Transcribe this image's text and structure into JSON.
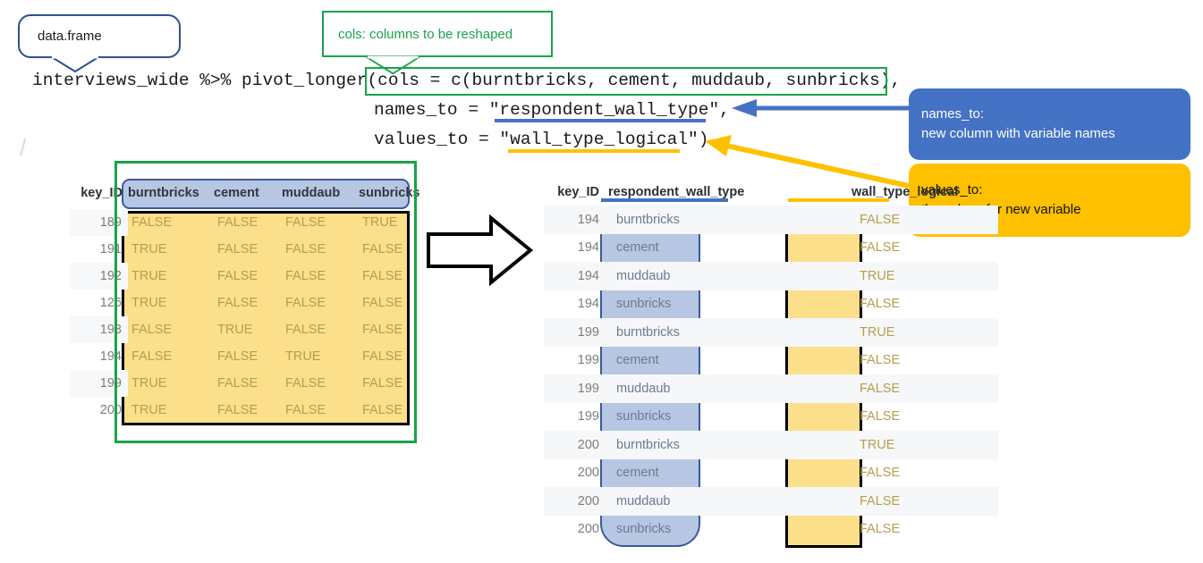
{
  "callouts": {
    "dataframe": "data.frame",
    "cols": "cols: columns to be reshaped",
    "names_to_line1": "names_to:",
    "names_to_line2": "new column with variable names",
    "values_to_line1": "values_to:",
    "values_to_line2": "the values for new variable"
  },
  "code": {
    "line1": "interviews_wide %>% pivot_longer(cols = c(burntbricks, cement, muddaub, sunbricks),",
    "line1_prefix": "interviews_wide %>% pivot_longer",
    "line1_highlighted": "(cols = c(burntbricks, cement, muddaub, sunbricks)",
    "line1_suffix": ",",
    "line2": "names_to = \"respondent_wall_type\",",
    "line3": "values_to = \"wall_type_logical\")"
  },
  "left_table": {
    "columns": [
      "key_ID",
      "burntbricks",
      "cement",
      "muddaub",
      "sunbricks"
    ],
    "rows": [
      [
        "189",
        "FALSE",
        "FALSE",
        "FALSE",
        "TRUE"
      ],
      [
        "191",
        "TRUE",
        "FALSE",
        "FALSE",
        "FALSE"
      ],
      [
        "192",
        "TRUE",
        "FALSE",
        "FALSE",
        "FALSE"
      ],
      [
        "126",
        "TRUE",
        "FALSE",
        "FALSE",
        "FALSE"
      ],
      [
        "193",
        "FALSE",
        "TRUE",
        "FALSE",
        "FALSE"
      ],
      [
        "194",
        "FALSE",
        "FALSE",
        "TRUE",
        "FALSE"
      ],
      [
        "199",
        "TRUE",
        "FALSE",
        "FALSE",
        "FALSE"
      ],
      [
        "200",
        "TRUE",
        "FALSE",
        "FALSE",
        "FALSE"
      ]
    ]
  },
  "right_table": {
    "columns": [
      "key_ID",
      "respondent_wall_type",
      "wall_type_logical"
    ],
    "rows": [
      [
        "194",
        "burntbricks",
        "FALSE"
      ],
      [
        "194",
        "cement",
        "FALSE"
      ],
      [
        "194",
        "muddaub",
        "TRUE"
      ],
      [
        "194",
        "sunbricks",
        "FALSE"
      ],
      [
        "199",
        "burntbricks",
        "TRUE"
      ],
      [
        "199",
        "cement",
        "FALSE"
      ],
      [
        "199",
        "muddaub",
        "FALSE"
      ],
      [
        "199",
        "sunbricks",
        "FALSE"
      ],
      [
        "200",
        "burntbricks",
        "TRUE"
      ],
      [
        "200",
        "cement",
        "FALSE"
      ],
      [
        "200",
        "muddaub",
        "FALSE"
      ],
      [
        "200",
        "sunbricks",
        "FALSE"
      ]
    ]
  },
  "colors": {
    "green": "#1aa34a",
    "blue_accent": "#4472c4",
    "yellow_accent": "#ffc000",
    "header_blue_fill": "#b7c7e3",
    "header_blue_border": "#3a5a9b",
    "cell_yellow_fill": "#fbdf8a",
    "dataframe_border": "#2e5090"
  }
}
